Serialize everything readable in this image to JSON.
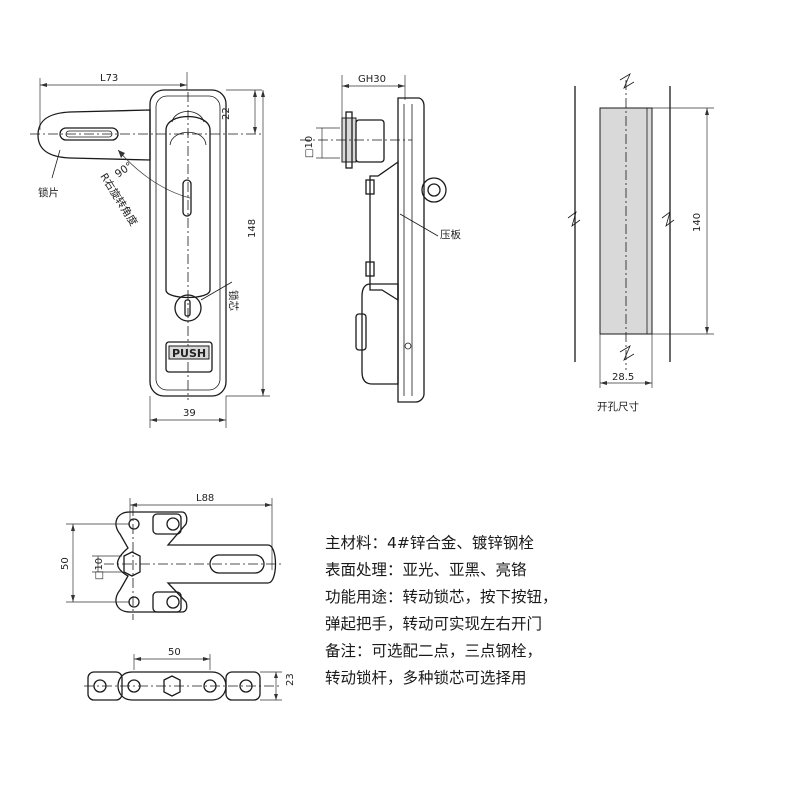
{
  "dims": {
    "front_width_top": "L73",
    "front_offset_top": "22",
    "front_height": "148",
    "front_width_bottom": "39",
    "side_gh": "GH30",
    "side_square": "□10",
    "cutout_height": "140",
    "cutout_width": "28.5",
    "bar_length": "L88",
    "bar_height": "50",
    "bar_square": "□10",
    "bottom_pitch": "50",
    "bottom_height": "23",
    "rotation_angle": "90°"
  },
  "labels": {
    "lock_plate": "锁片",
    "rotation": "R右旋转角度",
    "lock_core": "锁芯",
    "push": "PUSH",
    "press_plate": "压板",
    "cutout": "开孔尺寸"
  },
  "spec": {
    "line1": "主材料：4#锌合金、镀锌钢栓",
    "line2": "表面处理：亚光、亚黑、亮铬",
    "line3": "功能用途：转动锁芯，按下按钮，",
    "line4": "弹起把手，转动可实现左右开门",
    "line5": "备注：可选配二点，三点钢栓，",
    "line6": "转动锁杆，多种锁芯可选择用"
  }
}
